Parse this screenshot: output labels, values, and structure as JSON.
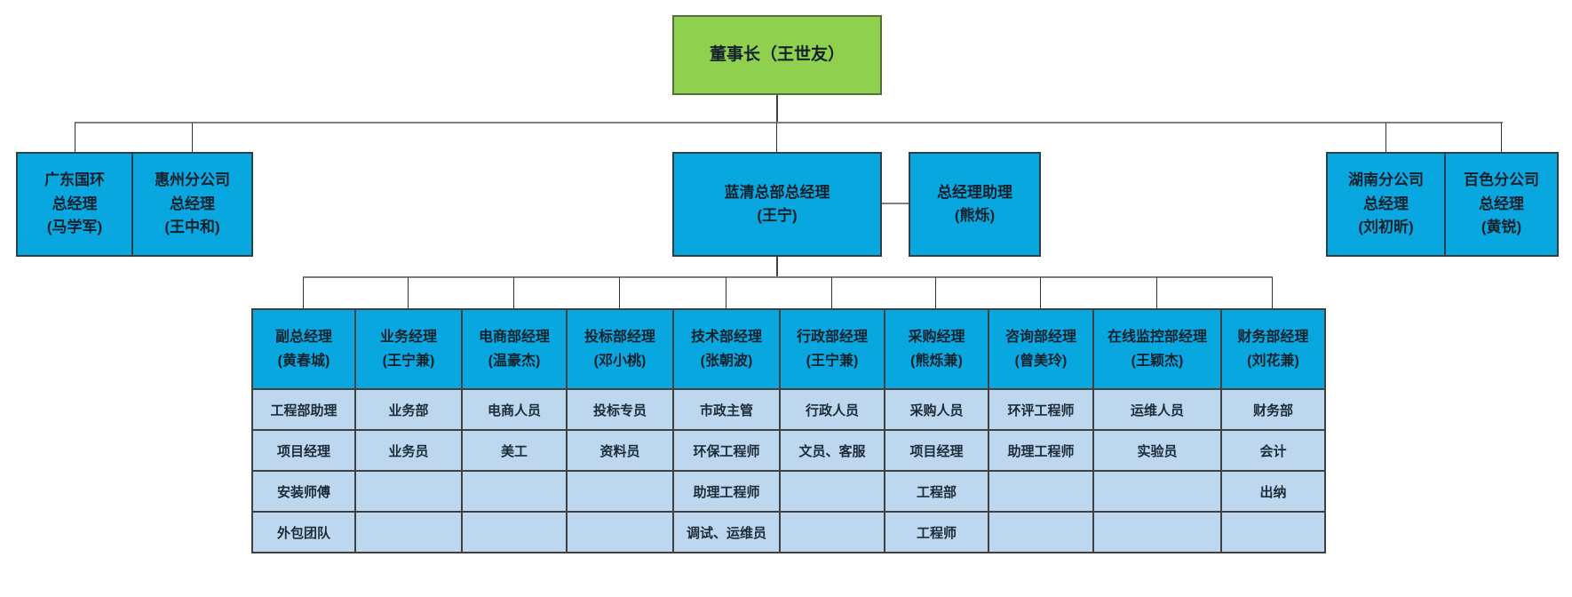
{
  "org": {
    "chairman": "董事长（王世友）",
    "level2": [
      {
        "lines": [
          "广东国环",
          "总经理",
          "(马学军)"
        ]
      },
      {
        "lines": [
          "惠州分公司",
          "总经理",
          "(王中和)"
        ]
      },
      {
        "lines": [
          "蓝清总部总经理",
          "(王宁)"
        ]
      },
      {
        "lines": [
          "总经理助理",
          "(熊烁)"
        ]
      },
      {
        "lines": [
          "湖南分公司",
          "总经理",
          "(刘初昕)"
        ]
      },
      {
        "lines": [
          "百色分公司",
          "总经理",
          "(黄锐)"
        ]
      }
    ],
    "departments": [
      {
        "title": "副总经理",
        "manager": "(黄春城)",
        "staff": [
          "工程部助理",
          "项目经理",
          "安装师傅",
          "外包团队"
        ]
      },
      {
        "title": "业务经理",
        "manager": "(王宁兼)",
        "staff": [
          "业务部",
          "业务员",
          "",
          ""
        ]
      },
      {
        "title": "电商部经理",
        "manager": "(温豪杰)",
        "staff": [
          "电商人员",
          "美工",
          "",
          ""
        ]
      },
      {
        "title": "投标部经理",
        "manager": "(邓小桃)",
        "staff": [
          "投标专员",
          "资料员",
          "",
          ""
        ]
      },
      {
        "title": "技术部经理",
        "manager": "(张朝波)",
        "staff": [
          "市政主管",
          "环保工程师",
          "助理工程师",
          "调试、运维员"
        ]
      },
      {
        "title": "行政部经理",
        "manager": "(王宁兼)",
        "staff": [
          "行政人员",
          "文员、客服",
          "",
          ""
        ]
      },
      {
        "title": "采购经理",
        "manager": "(熊烁兼)",
        "staff": [
          "采购人员",
          "项目经理",
          "工程部",
          "工程师"
        ]
      },
      {
        "title": "咨询部经理",
        "manager": "(曾美玲)",
        "staff": [
          "环评工程师",
          "助理工程师",
          "",
          ""
        ]
      },
      {
        "title": "在线监控部经理",
        "manager": "(王颖杰)",
        "staff": [
          "运维人员",
          "实验员",
          "",
          ""
        ]
      },
      {
        "title": "财务部经理",
        "manager": "(刘花兼)",
        "staff": [
          "财务部",
          "会计",
          "出纳",
          ""
        ]
      }
    ],
    "colors": {
      "chairman_bg": "#8fd04e",
      "node_bg": "#09a7e0",
      "cell_bg": "#bdd7ee",
      "line_gray": "#7f7f7f",
      "border_dark": "#404040"
    }
  }
}
